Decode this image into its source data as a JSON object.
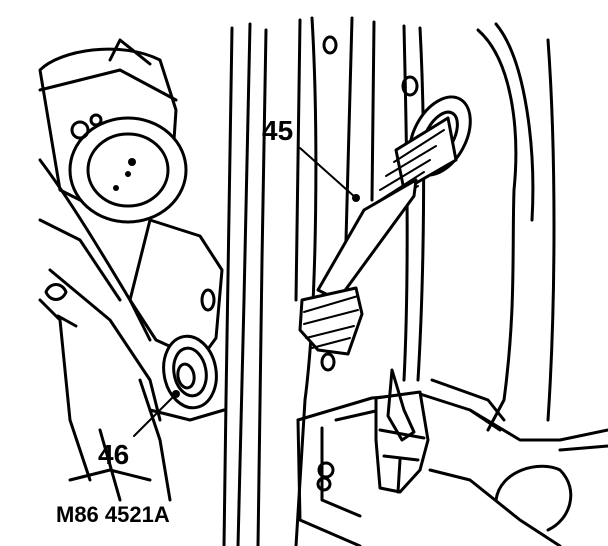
{
  "figure": {
    "part_labels": [
      {
        "id": "hinge-check-strap",
        "text": "45"
      },
      {
        "id": "hinge-bush",
        "text": "46"
      }
    ],
    "reference_code": "M86 4521A",
    "colors": {
      "line": "#000000",
      "background": "#ffffff"
    }
  }
}
